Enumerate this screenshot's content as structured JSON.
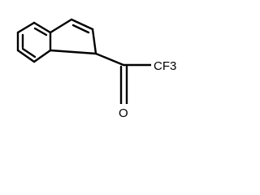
{
  "structure": {
    "atoms": {
      "oxygen": "O",
      "cf3_carbon": "C",
      "fluorine": "F",
      "fluorine_count": "3"
    }
  }
}
